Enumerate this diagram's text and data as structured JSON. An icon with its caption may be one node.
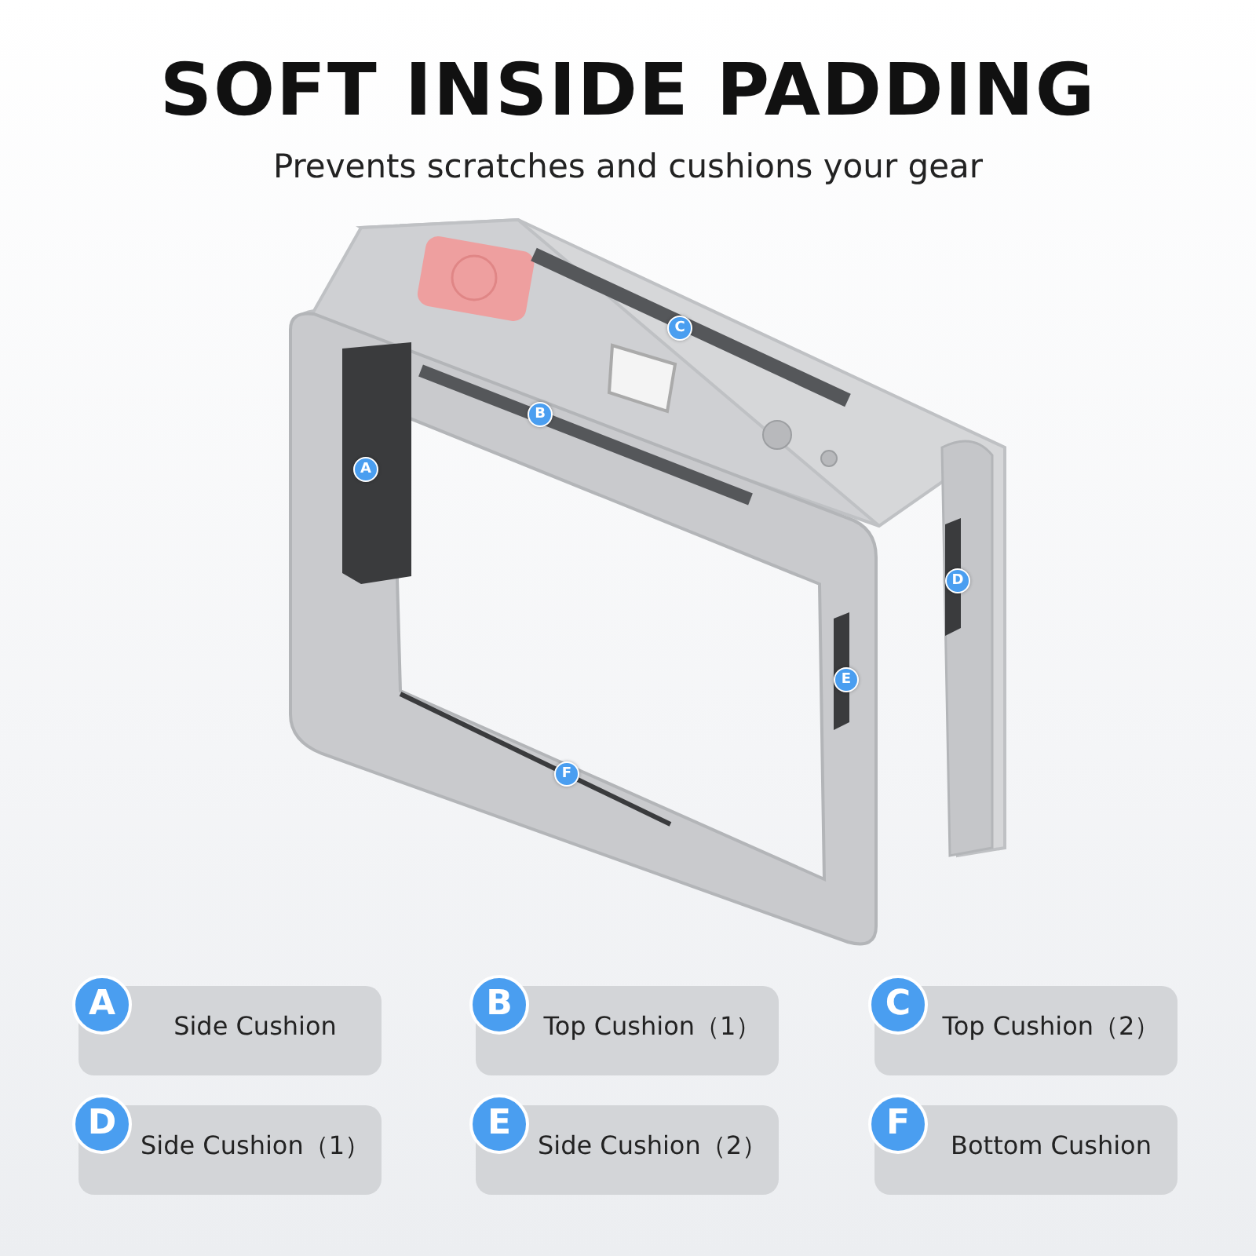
{
  "diagram": {
    "title": "SOFT INSIDE PADDING",
    "nodes": [
      {
        "text": [
          "A",
          "Side Cushion"
        ]
      },
      {
        "text": [
          "B",
          "Top Cushion（1）"
        ]
      },
      {
        "text": [
          "C",
          "Top Cushion（2）"
        ]
      },
      {
        "text": [
          "D",
          "Side Cushion（1）"
        ]
      },
      {
        "text": [
          "E",
          "Side Cushion（2）"
        ]
      },
      {
        "text": [
          "F",
          "Bottom Cushion"
        ]
      }
    ],
    "labels": [
      "Prevents scratches and cushions your gear",
      "A",
      "B",
      "C",
      "D",
      "E",
      "F"
    ]
  }
}
